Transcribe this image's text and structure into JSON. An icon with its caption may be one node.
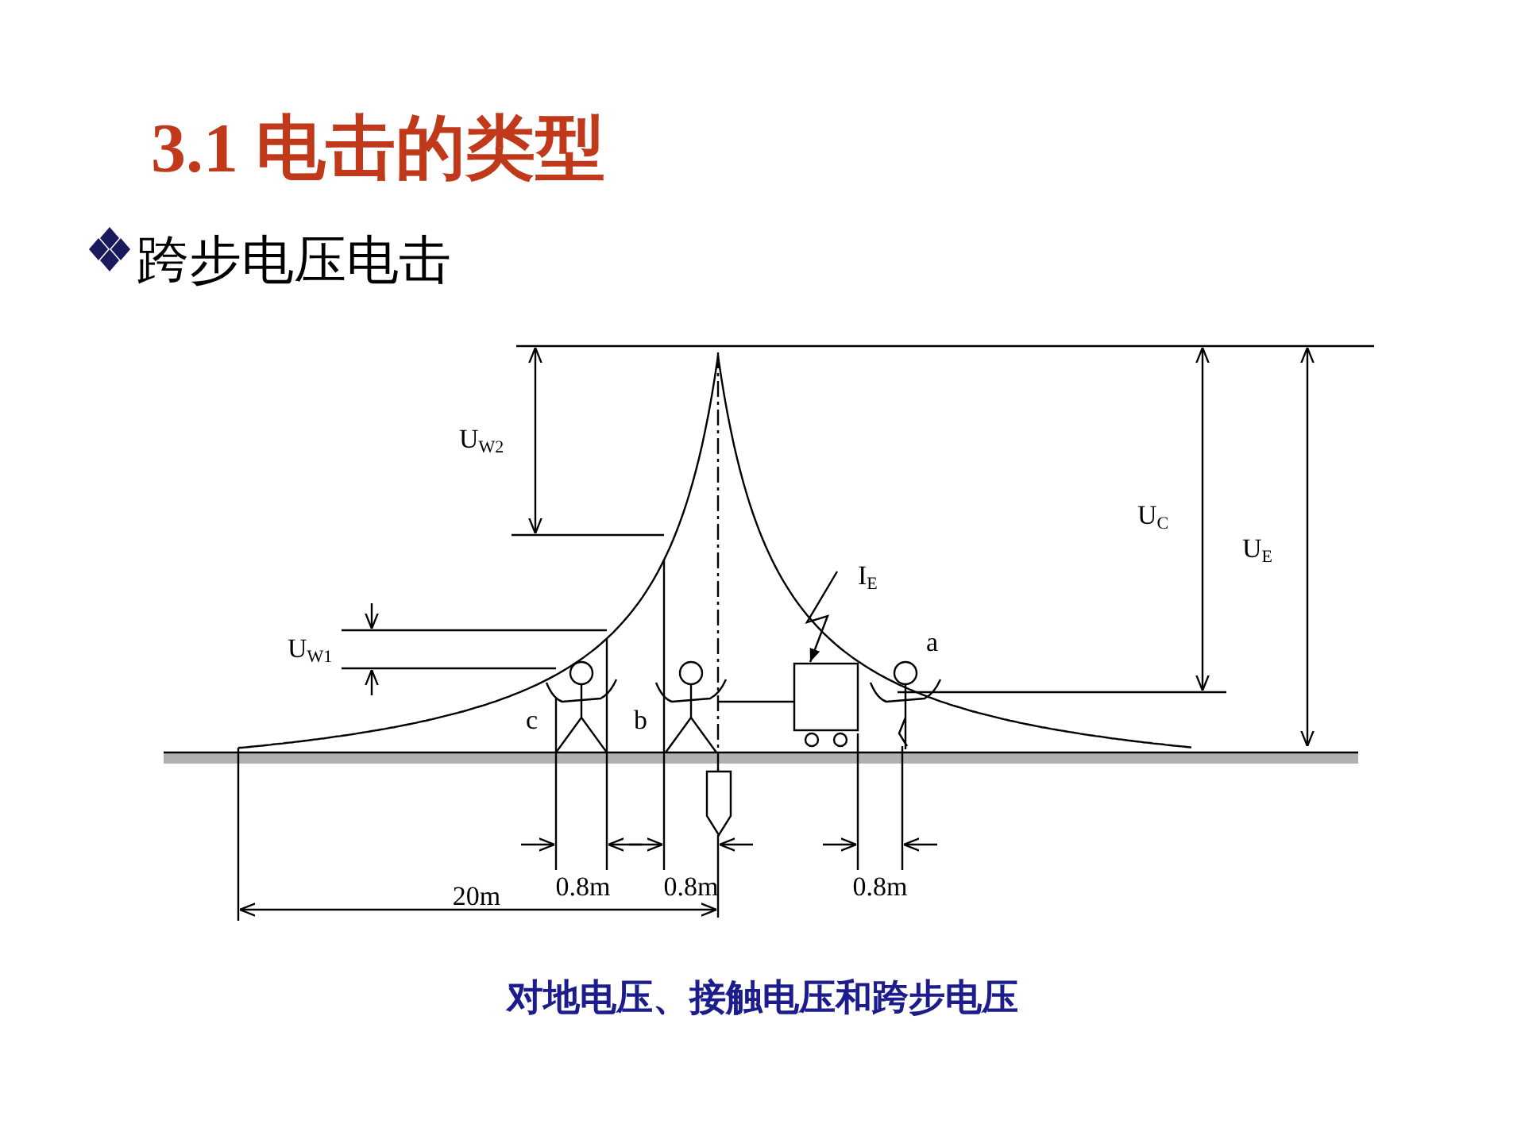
{
  "diagram": {
    "title": "3.1 电击的类型",
    "caption": "对地电压、接触电压和跨步电压",
    "labels": [
      "跨步电压电击",
      "U$_{W2}$",
      "U$_{C}$",
      "U$_{E}$",
      "I$_{E}$",
      "U$_{W1}$",
      "a",
      "c",
      "b",
      "0.8m",
      "0.8m",
      "0.8m",
      "20m"
    ]
  }
}
